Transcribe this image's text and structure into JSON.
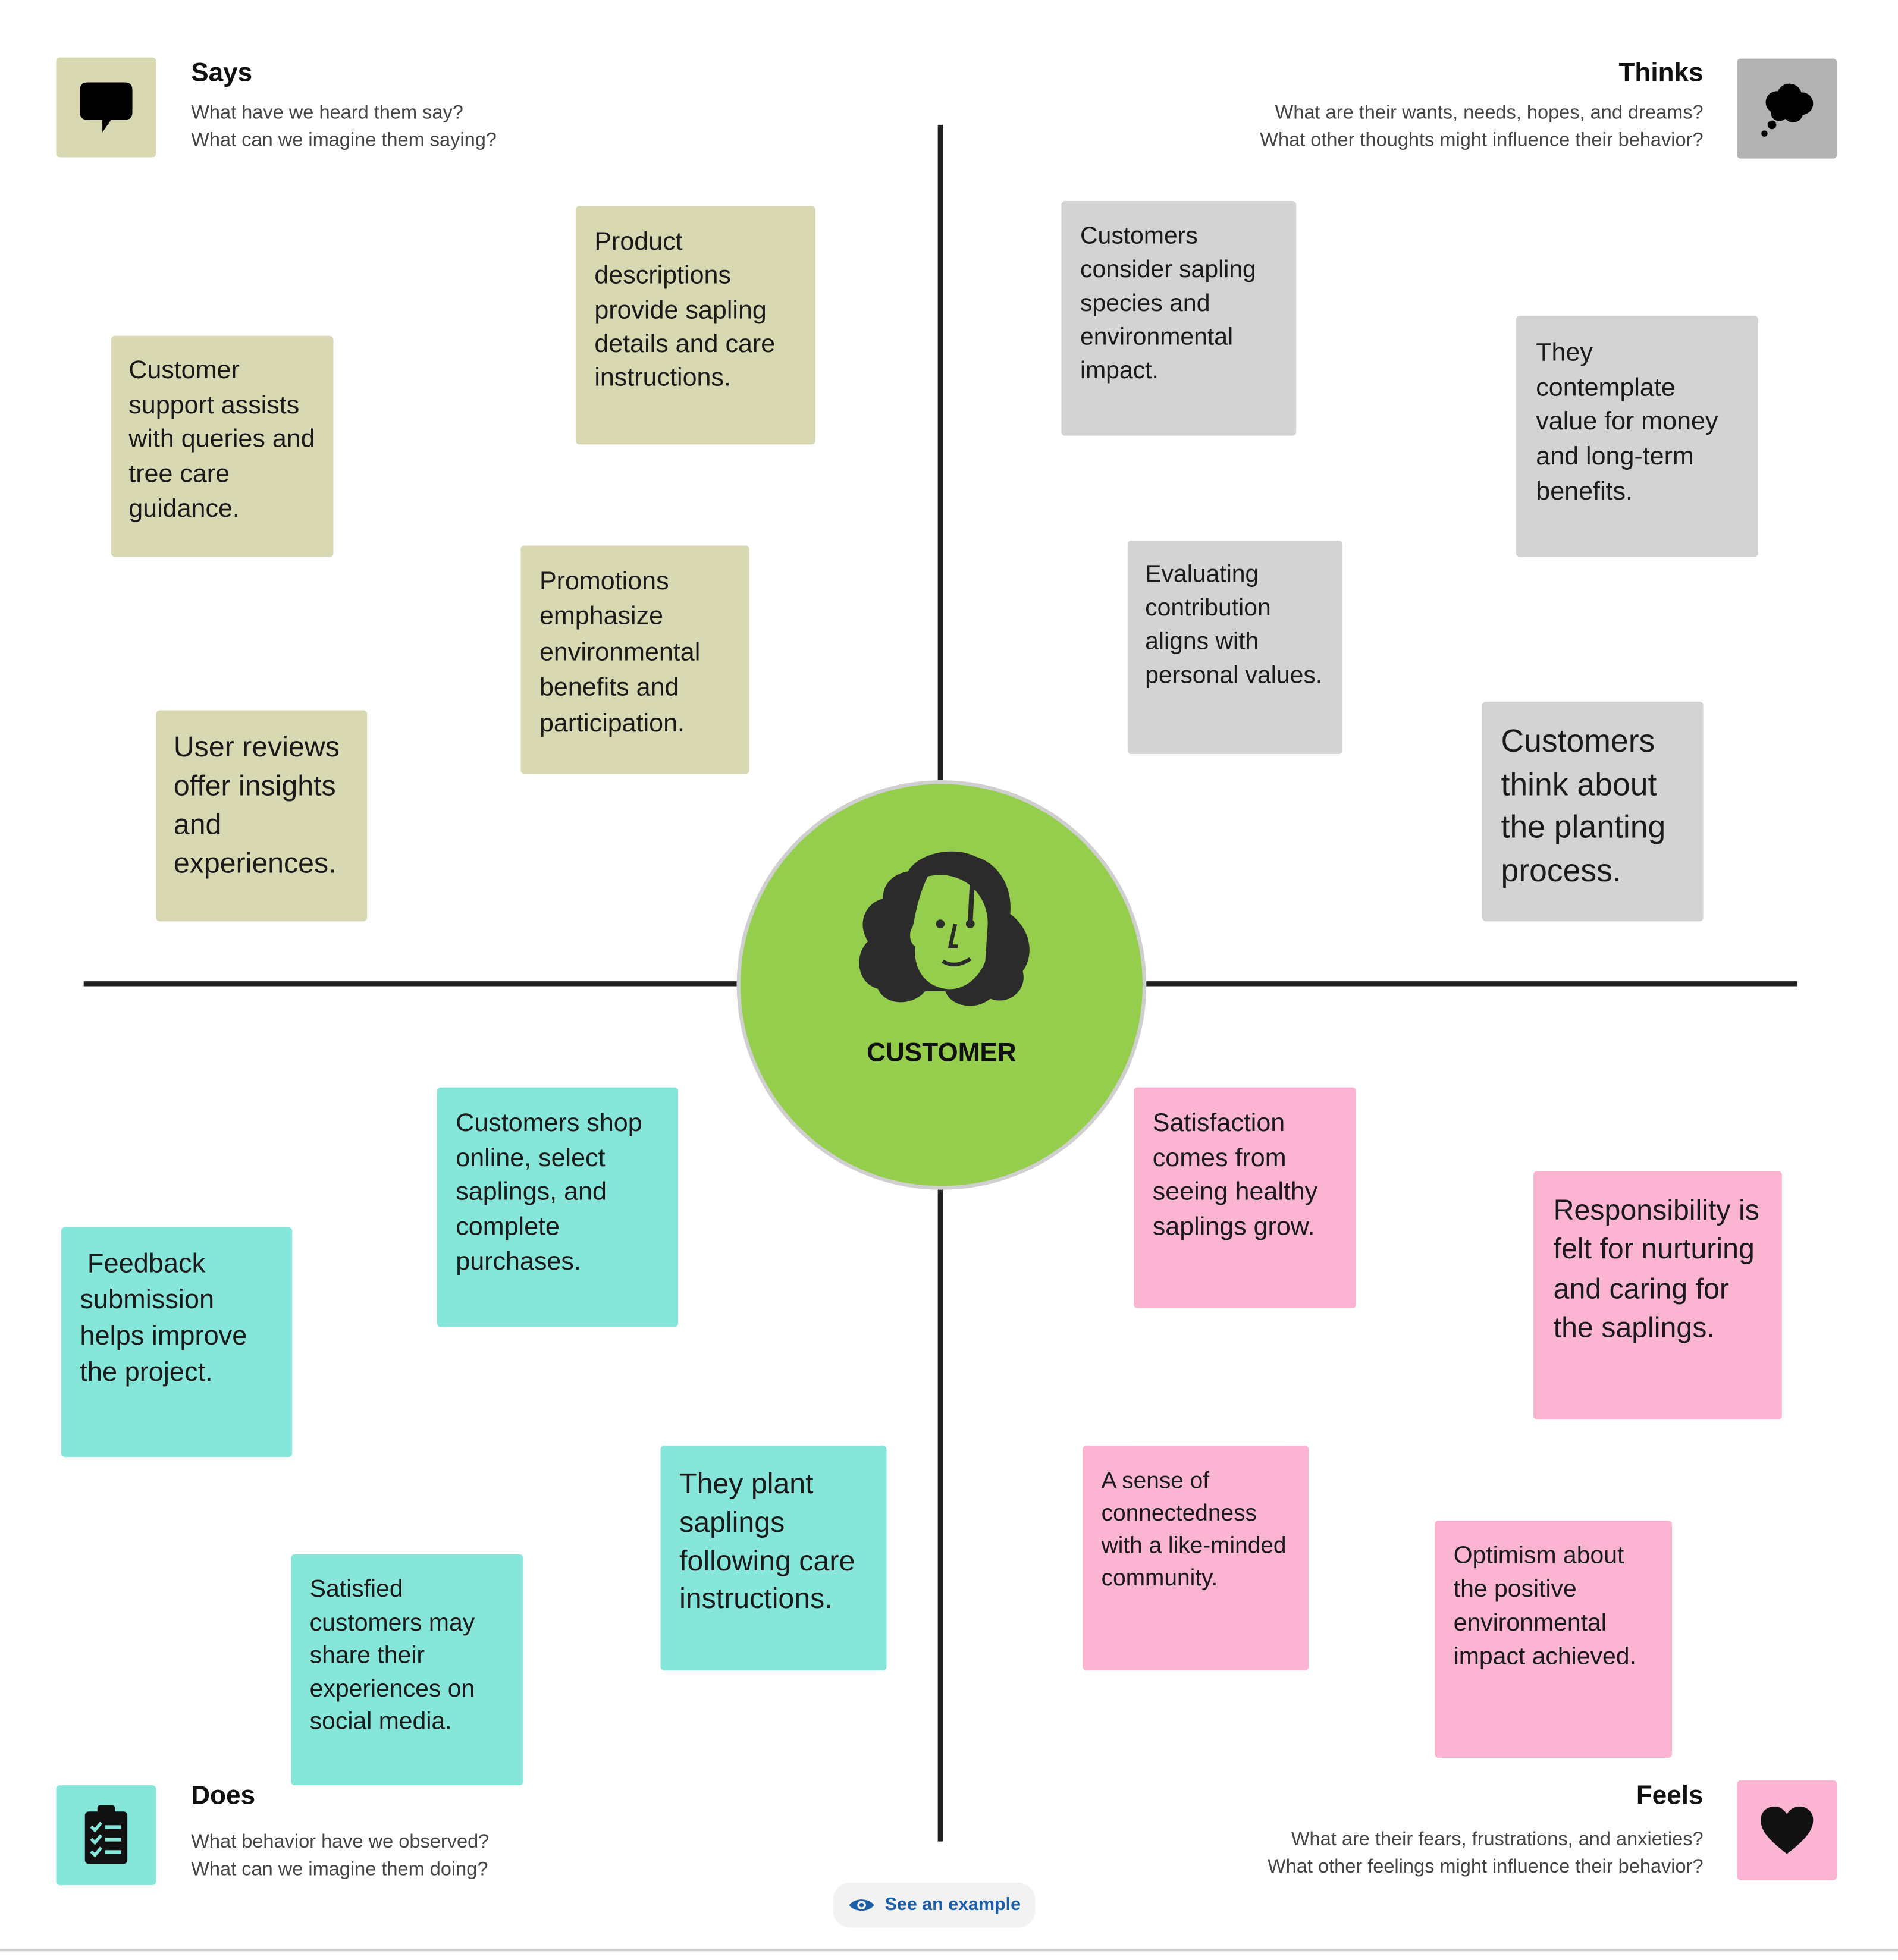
{
  "center": {
    "label": "CUSTOMER"
  },
  "quadrants": {
    "says": {
      "title": "Says",
      "line1": "What have we heard them say?",
      "line2": "What can we imagine them saying?",
      "icon": "speech-bubble-icon",
      "color": "#d8d9b2"
    },
    "thinks": {
      "title": "Thinks",
      "line1": "What are their wants, needs, hopes, and dreams?",
      "line2": "What other thoughts might influence their behavior?",
      "icon": "thought-cloud-icon",
      "color": "#b3b3b3"
    },
    "does": {
      "title": "Does",
      "line1": "What behavior have we observed?",
      "line2": "What can we imagine them doing?",
      "icon": "clipboard-checklist-icon",
      "color": "#86e6d9"
    },
    "feels": {
      "title": "Feels",
      "line1": "What are their fears, frustrations, and anxieties?",
      "line2": "What other feelings might influence their behavior?",
      "icon": "heart-icon",
      "color": "#fbb4d2"
    }
  },
  "notes": {
    "says": [
      "Product descriptions provide sapling details and care instructions.",
      "Customer support assists with queries and tree care guidance.",
      "Promotions emphasize environmental benefits and participation.",
      "User reviews offer insights and experiences."
    ],
    "thinks": [
      "Customers consider sapling species and environmental impact.",
      "They contemplate value for money and long-term benefits.",
      "Evaluating contribution aligns with personal values.",
      "Customers think about the planting process."
    ],
    "does": [
      "Customers shop online, select saplings, and complete purchases.",
      " Feedback submission helps improve the project.",
      "They plant saplings following care instructions.",
      "Satisfied customers may share their experiences on social media."
    ],
    "feels": [
      "Satisfaction comes from seeing healthy saplings grow.",
      "Responsibility is felt for nurturing and caring for the saplings.",
      "A sense of connectedness with a like-minded community.",
      "Optimism about the positive environmental impact achieved."
    ]
  },
  "footer": {
    "example_button": "See an example",
    "example_icon": "eye-icon"
  }
}
